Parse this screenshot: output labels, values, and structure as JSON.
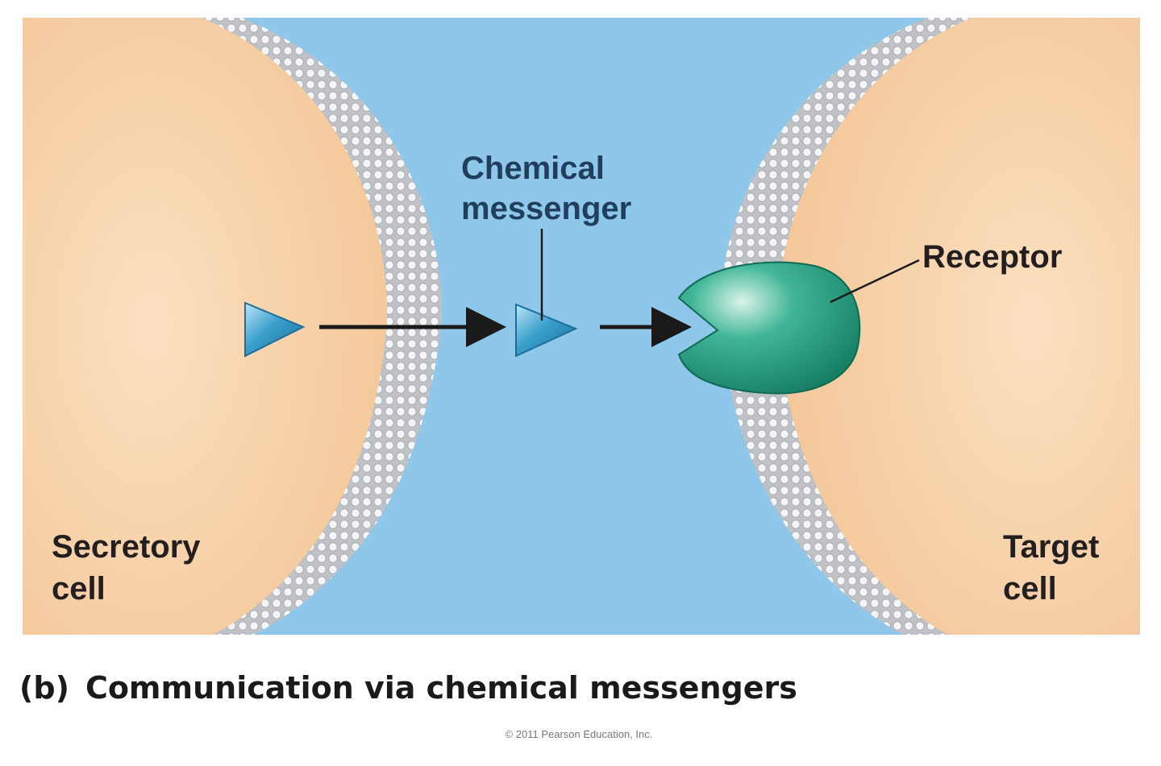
{
  "labels": {
    "chemical_messenger_line1": "Chemical",
    "chemical_messenger_line2": "messenger",
    "receptor": "Receptor",
    "secretory_line1": "Secretory",
    "secretory_line2": "cell",
    "target_line1": "Target",
    "target_line2": "cell"
  },
  "caption": {
    "tag": "(b)",
    "text": "Communication via chemical messengers"
  },
  "copyright": "© 2011 Pearson Education, Inc.",
  "colors": {
    "extracellular": "#8ec7ea",
    "cytoplasm": "#f8cfa3",
    "membrane": "#c9ccd0",
    "messenger": "#2d8fc0",
    "receptor": "#1a9a7c"
  }
}
